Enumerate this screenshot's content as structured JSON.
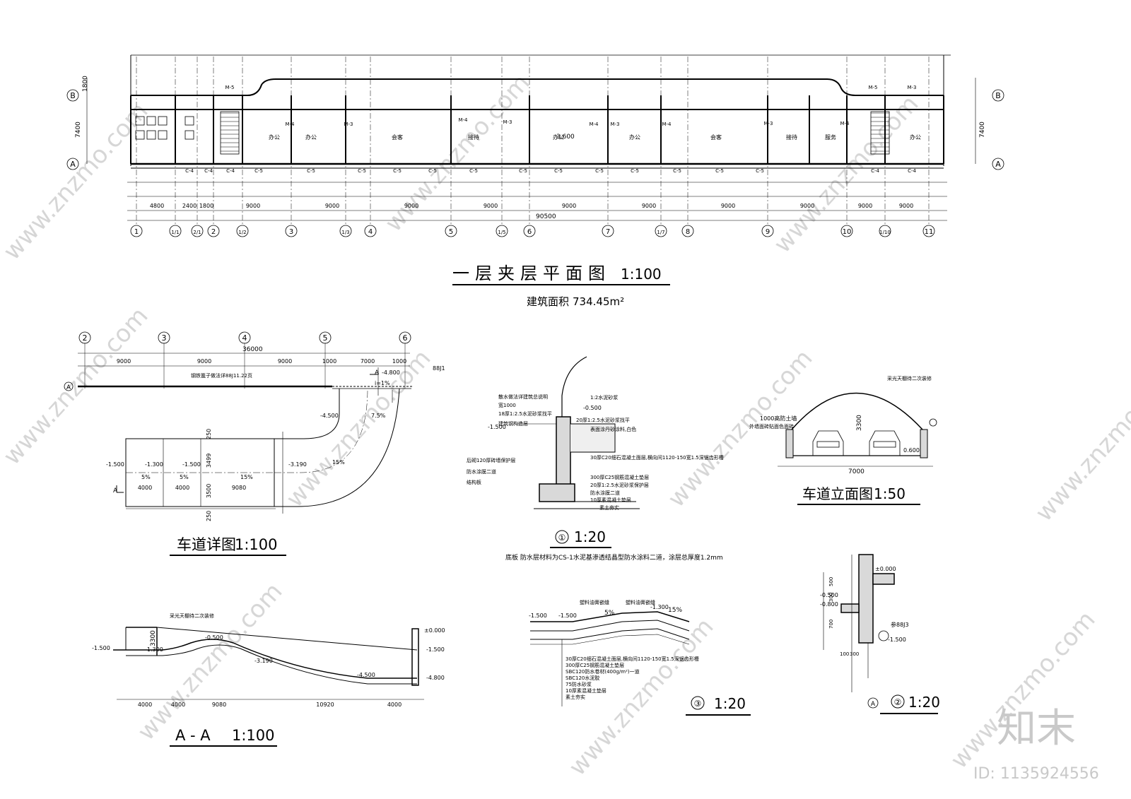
{
  "plan": {
    "title": "一层夹层平面图",
    "scale": "1:100",
    "area_label": "建筑面积",
    "area_value": "734.45m²",
    "axis_row_top": "B",
    "axis_row_bottom": "A",
    "axis_cols": [
      "1",
      "1/1",
      "2/1",
      "2",
      "1/2",
      "3",
      "1/3",
      "4",
      "5",
      "1/5",
      "6",
      "7",
      "1/7",
      "8",
      "9",
      "10",
      "1/10",
      "11"
    ],
    "rooms": [
      "办公",
      "办公",
      "会客",
      "接待",
      "办公",
      "办公",
      "会客",
      "接待",
      "服务",
      "办公"
    ],
    "doors": [
      "M-5",
      "M-4",
      "M-3",
      "M-4",
      "M-3",
      "M-4",
      "M-3",
      "M-4",
      "M-3",
      "M-4",
      "M-5",
      "M-3"
    ],
    "windows": [
      "C-4",
      "C-4",
      "C-4",
      "C-5",
      "C-5",
      "C-5",
      "C-5",
      "C-5",
      "C-5",
      "C-5",
      "C-5",
      "C-5",
      "C-5",
      "C-5",
      "C-5",
      "C-5",
      "C-4",
      "C-4"
    ],
    "dims_bays": [
      "4800",
      "2400",
      "1800",
      "9000",
      "9000",
      "9000",
      "9000",
      "9000",
      "9000",
      "9000",
      "9000",
      "9000",
      "9000"
    ],
    "dim_total": "90500",
    "dim_depth": "7400",
    "dim_top": "1800",
    "elev": "3.600"
  },
  "ramp_detail": {
    "title": "车道详图",
    "scale": "1:100",
    "axes": [
      "2",
      "3",
      "4",
      "5",
      "6"
    ],
    "axis_row": "A",
    "dims_top": [
      "9000",
      "9000",
      "9000",
      "1000",
      "7000",
      "1000"
    ],
    "dim_total": "36000",
    "dims_bottom": [
      "4000",
      "4000",
      "9080"
    ],
    "levels": [
      "-1.500",
      "-1.300",
      "-1.500",
      "-3.190",
      "-4.500",
      "-4.800"
    ],
    "slopes": [
      "5%",
      "5%",
      "15%",
      "15%",
      "7.5%",
      "i=1%"
    ],
    "note_ref": "88J1",
    "note": "钢铁篦子做法详88J11.22页",
    "section_mark": "A",
    "widths": [
      "250",
      "3499",
      "3500",
      "250"
    ]
  },
  "section_aa": {
    "title": "A - A",
    "scale": "1:100",
    "note": "采光天棚待二次装修",
    "levels": [
      "-1.500",
      "-1.300",
      "-0.500",
      "-3.190",
      "-4.500",
      "±0.000",
      "-1.500",
      "-4.800"
    ],
    "height": "3300",
    "dims": [
      "4000",
      "4000",
      "9080",
      "10920",
      "4000"
    ]
  },
  "detail1": {
    "title": "①",
    "scale": "1:20",
    "layers": [
      "1:2水泥砂浆",
      "20厚1:2.5水泥砂浆找平",
      "表面涂丹砂涂料,白色",
      "30厚C20细石混凝土面层,横向间1120-150宽1.5深锯齿形槽",
      "300厚C25钢筋混凝土垫层",
      "20厚1:2.5水泥砂浆保护层",
      "防水涂膜二道",
      "10厚素混凝土垫层",
      "素土夯实"
    ],
    "left_notes": [
      "散水做法详建筑总说明",
      "宽1000",
      "18厚1:2.5水泥砂浆找平",
      "建筑钢构造层",
      "后砌120厚砖墙保护层",
      "防水涂膜二道",
      "结构板"
    ],
    "levels": [
      "-0.500",
      "-1.500"
    ],
    "footnote": "底板  防水层材料为CS-1水泥基渗透结晶型防水涂料二道，涂层总厚度1.2mm"
  },
  "car_elevation": {
    "title": "车道立面图",
    "scale": "1:50",
    "note": "采光天棚待二次装修",
    "side_note": "1000高防土墙",
    "side_note2": "外墙面砖贴面色面砖",
    "height": "3300",
    "width": "7000",
    "level": "0.600"
  },
  "detail3": {
    "title": "③",
    "scale": "1:20",
    "levels": [
      "-1.500",
      "-1.500",
      "-1.300"
    ],
    "slopes": [
      "5%",
      "15%"
    ],
    "notes_top": [
      "塑料油膏嵌缝",
      "塑料油膏嵌缝"
    ],
    "layers": [
      "30厚C20细石混凝土面层,横向间1120-150宽1.5深锯齿形槽",
      "300厚C25钢筋混凝土垫层",
      "SBC120防水卷材(400g/m²)一道",
      "SBC120水泥胶",
      "75防水砂浆",
      "10厚素混凝土垫层",
      "素土夯实"
    ]
  },
  "detail2": {
    "title": "②",
    "scale": "1:20",
    "levels": [
      "±0.000",
      "-0.500",
      "-0.800",
      "-1.500"
    ],
    "dims": [
      "500",
      "300",
      "700",
      "100",
      "300"
    ],
    "ref": "参88J3",
    "axis": "A"
  },
  "watermark": {
    "brand": "知末",
    "site": "www.znzmo.com",
    "id_label": "ID: 1135924556"
  },
  "colors": {
    "line": "#000000",
    "watermark": "#c9c9c9",
    "background": "#ffffff"
  }
}
